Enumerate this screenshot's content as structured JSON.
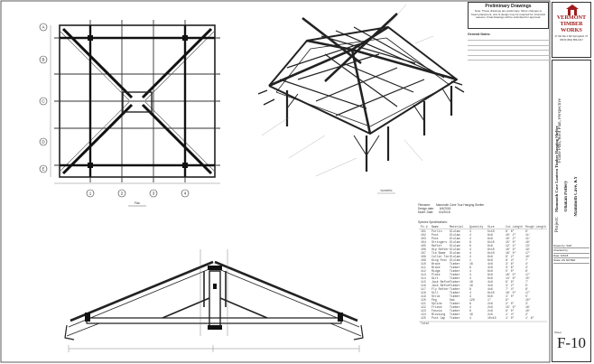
{
  "title_block": {
    "notes_heading": "Preliminary Drawings",
    "notes_body": "Note: These drawings are preliminary. Minor changes to beam placement, size & design may be required for structural reasons. Final drawings will be submitted for approval.",
    "general_notes_heading": "General Notes:",
    "firm_name_lines": [
      "VERMONT",
      "TIMBER",
      "WORKS"
    ],
    "firm_address": "47 Old Rte 4 Nth Springfield, VT 05150 (802) 886-1917",
    "project_label": "Project:",
    "project_name": "Mammoth Cave Lantern Timber Hanging Shelter",
    "project_owner": "Ohakan Pottery",
    "project_location": "Mammoth Cave, KY",
    "drawing_type": "Frame Plan, Roof Plan, Perspective",
    "drawn_by": "Drawn by: SAP",
    "checked_by": "Checked by:",
    "date": "Date: 6/4/18",
    "scale": "Scale: AS NOTED",
    "sheet_label": "Sheet",
    "sheet_number": "F-10"
  },
  "drawings": {
    "plan_label": "Plan",
    "perspective_label": "Isometric",
    "grid_rows": [
      "A",
      "B",
      "C",
      "D",
      "E"
    ],
    "grid_cols": [
      "1",
      "2",
      "3",
      "4"
    ]
  },
  "project_info": {
    "rows": [
      [
        "Filename:",
        "Mammoth Cave Tour Hanging Shelter"
      ],
      [
        "Design date:",
        "6/4/2018"
      ],
      [
        "Modif. Date:",
        "6/4/2018"
      ]
    ],
    "species_heading": "Species Specifications:"
  },
  "members": {
    "headers": [
      "Pc.#",
      "Name",
      "Material",
      "Quantity",
      "Size",
      "Cut Length",
      "Rough Length"
    ],
    "rows": [
      [
        "101",
        "Purlin",
        "Glulam",
        "4",
        "5x10",
        "8' 6\"",
        "9'"
      ],
      [
        "102",
        "Post",
        "Glulam",
        "4",
        "8x8",
        "10' 2\"",
        "11'"
      ],
      [
        "103",
        "Post",
        "Glulam",
        "4",
        "8x8",
        "10' 2\"",
        "11'"
      ],
      [
        "104",
        "Stringers",
        "Glulam",
        "8",
        "6x10",
        "15' 8\"",
        "16'"
      ],
      [
        "105",
        "Rafter",
        "Glulam",
        "8",
        "6x8",
        "12' 4\"",
        "13'"
      ],
      [
        "106",
        "Hip Rafter",
        "Glulam",
        "4",
        "6x10",
        "18' 9\"",
        "19'"
      ],
      [
        "107",
        "Tie Beam",
        "Glulam",
        "4",
        "8x10",
        "16' 0\"",
        "17'"
      ],
      [
        "108",
        "Collar Tie",
        "Glulam",
        "4",
        "6x8",
        "9' 2\"",
        "10'"
      ],
      [
        "109",
        "King Post",
        "Glulam",
        "1",
        "8x8",
        "6' 4\"",
        "7'"
      ],
      [
        "110",
        "Brace",
        "Timber",
        "16",
        "4x6",
        "3' 6\"",
        "4'"
      ],
      [
        "111",
        "Brace",
        "Timber",
        "8",
        "4x6",
        "3' 6\"",
        "4'"
      ],
      [
        "112",
        "Ridge",
        "Timber",
        "4",
        "6x8",
        "5' 0\"",
        "6'"
      ],
      [
        "113",
        "Plate",
        "Timber",
        "4",
        "8x8",
        "16' 0\"",
        "17'"
      ],
      [
        "114",
        "Girt",
        "Timber",
        "4",
        "6x8",
        "14' 6\"",
        "15'"
      ],
      [
        "115",
        "Jack Rafter",
        "Timber",
        "16",
        "4x8",
        "6' 8\"",
        "7'"
      ],
      [
        "116",
        "Jack Rafter",
        "Timber",
        "16",
        "4x8",
        "4' 2\"",
        "5'"
      ],
      [
        "117",
        "Fly Rafter",
        "Timber",
        "8",
        "4x6",
        "7' 4\"",
        "8'"
      ],
      [
        "118",
        "Sill",
        "Timber",
        "4",
        "8x10",
        "16' 0\"",
        "17'"
      ],
      [
        "119",
        "Strut",
        "Timber",
        "4",
        "6x6",
        "4' 0\"",
        "5'"
      ],
      [
        "120",
        "Peg",
        "Oak",
        "120",
        "1\"",
        "9\"",
        "10\""
      ],
      [
        "121",
        "Spline",
        "Timber",
        "8",
        "2x6",
        "2' 0\"",
        "3'"
      ],
      [
        "122",
        "Frieze",
        "Timber",
        "4",
        "2x8",
        "15' 6\"",
        "16'"
      ],
      [
        "123",
        "Fascia",
        "Timber",
        "8",
        "2x8",
        "9' 0\"",
        "10'"
      ],
      [
        "124",
        "Blocking",
        "Timber",
        "16",
        "2x6",
        "1' 4\"",
        "2'"
      ],
      [
        "125",
        "Post Cap",
        "Timber",
        "4",
        "10x10",
        "1' 0\"",
        "1' 6\""
      ]
    ],
    "total_label": "Total"
  }
}
